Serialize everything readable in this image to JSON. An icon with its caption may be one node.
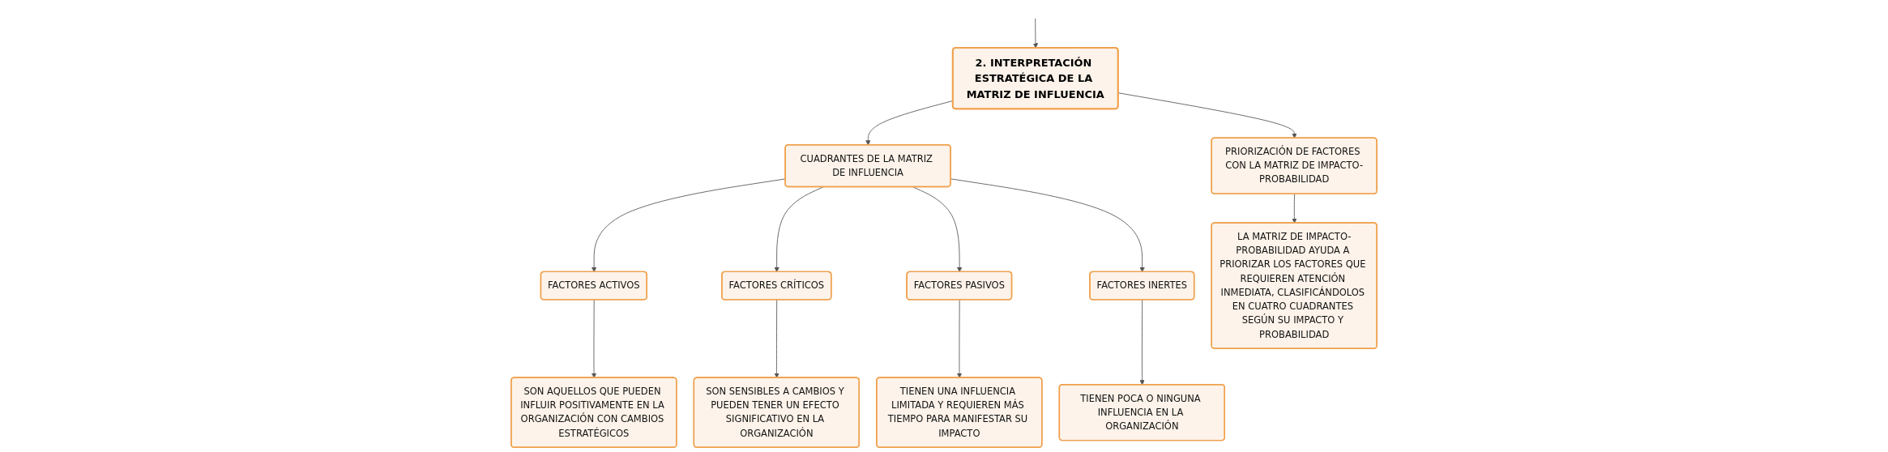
{
  "diagram": {
    "nodes": [
      {
        "text": [
          "2. INTERPRETACIÓN ESTRATÉGICA DE LA MATRIZ DE INFLUENCIA"
        ]
      },
      {
        "text": [
          "CUADRANTES DE LA MATRIZ DE INFLUENCIA"
        ]
      },
      {
        "text": [
          "FACTORES ACTIVOS"
        ]
      },
      {
        "text": [
          "SON AQUELLOS QUE PUEDEN INFLUIR POSITIVAMENTE EN LA ORGANIZACIÓN CON CAMBIOS ESTRATÉGICOS"
        ]
      },
      {
        "text": [
          "FACTORES CRÍTICOS"
        ]
      },
      {
        "text": [
          "SON SENSIBLES A CAMBIOS Y PUEDEN TENER UN EFECTO SIGNIFICATIVO EN LA ORGANIZACIÓN"
        ]
      },
      {
        "text": [
          "FACTORES PASIVOS"
        ]
      },
      {
        "text": [
          "TIENEN UNA INFLUENCIA LIMITADA Y REQUIEREN MÁS TIEMPO PARA MANIFESTAR SU IMPACTO"
        ]
      },
      {
        "text": [
          "FACTORES INERTES"
        ]
      },
      {
        "text": [
          "TIENEN POCA O NINGUNA INFLUENCIA EN LA ORGANIZACIÓN"
        ]
      },
      {
        "text": [
          "PRIORIZACIÓN DE FACTORES CON LA MATRIZ DE IMPACTO-PROBABILIDAD"
        ]
      },
      {
        "text": [
          "LA MATRIZ DE IMPACTO-PROBABILIDAD AYUDA A PRIORIZAR LOS FACTORES QUE REQUIEREN ATENCIÓN INMEDIATA, CLASIFICÁNDOLOS EN CUATRO CUADRANTES SEGÚN SU IMPACTO Y PROBABILIDAD"
        ]
      }
    ],
    "edges": [
      {
        "from": null,
        "to": 0,
        "arrow": "to"
      },
      {
        "from": 0,
        "to": 1,
        "arrow": "to"
      },
      {
        "from": 0,
        "to": 10,
        "arrow": "to"
      },
      {
        "from": 1,
        "to": 2,
        "arrow": "to"
      },
      {
        "from": 1,
        "to": 4,
        "arrow": "to"
      },
      {
        "from": 1,
        "to": 6,
        "arrow": "to"
      },
      {
        "from": 1,
        "to": 8,
        "arrow": "to"
      },
      {
        "from": 2,
        "to": 3,
        "arrow": "to"
      },
      {
        "from": 4,
        "to": 5,
        "arrow": "to"
      },
      {
        "from": 6,
        "to": 7,
        "arrow": "to"
      },
      {
        "from": 8,
        "to": 9,
        "arrow": "to"
      },
      {
        "from": 10,
        "to": 11,
        "arrow": "to"
      }
    ]
  }
}
